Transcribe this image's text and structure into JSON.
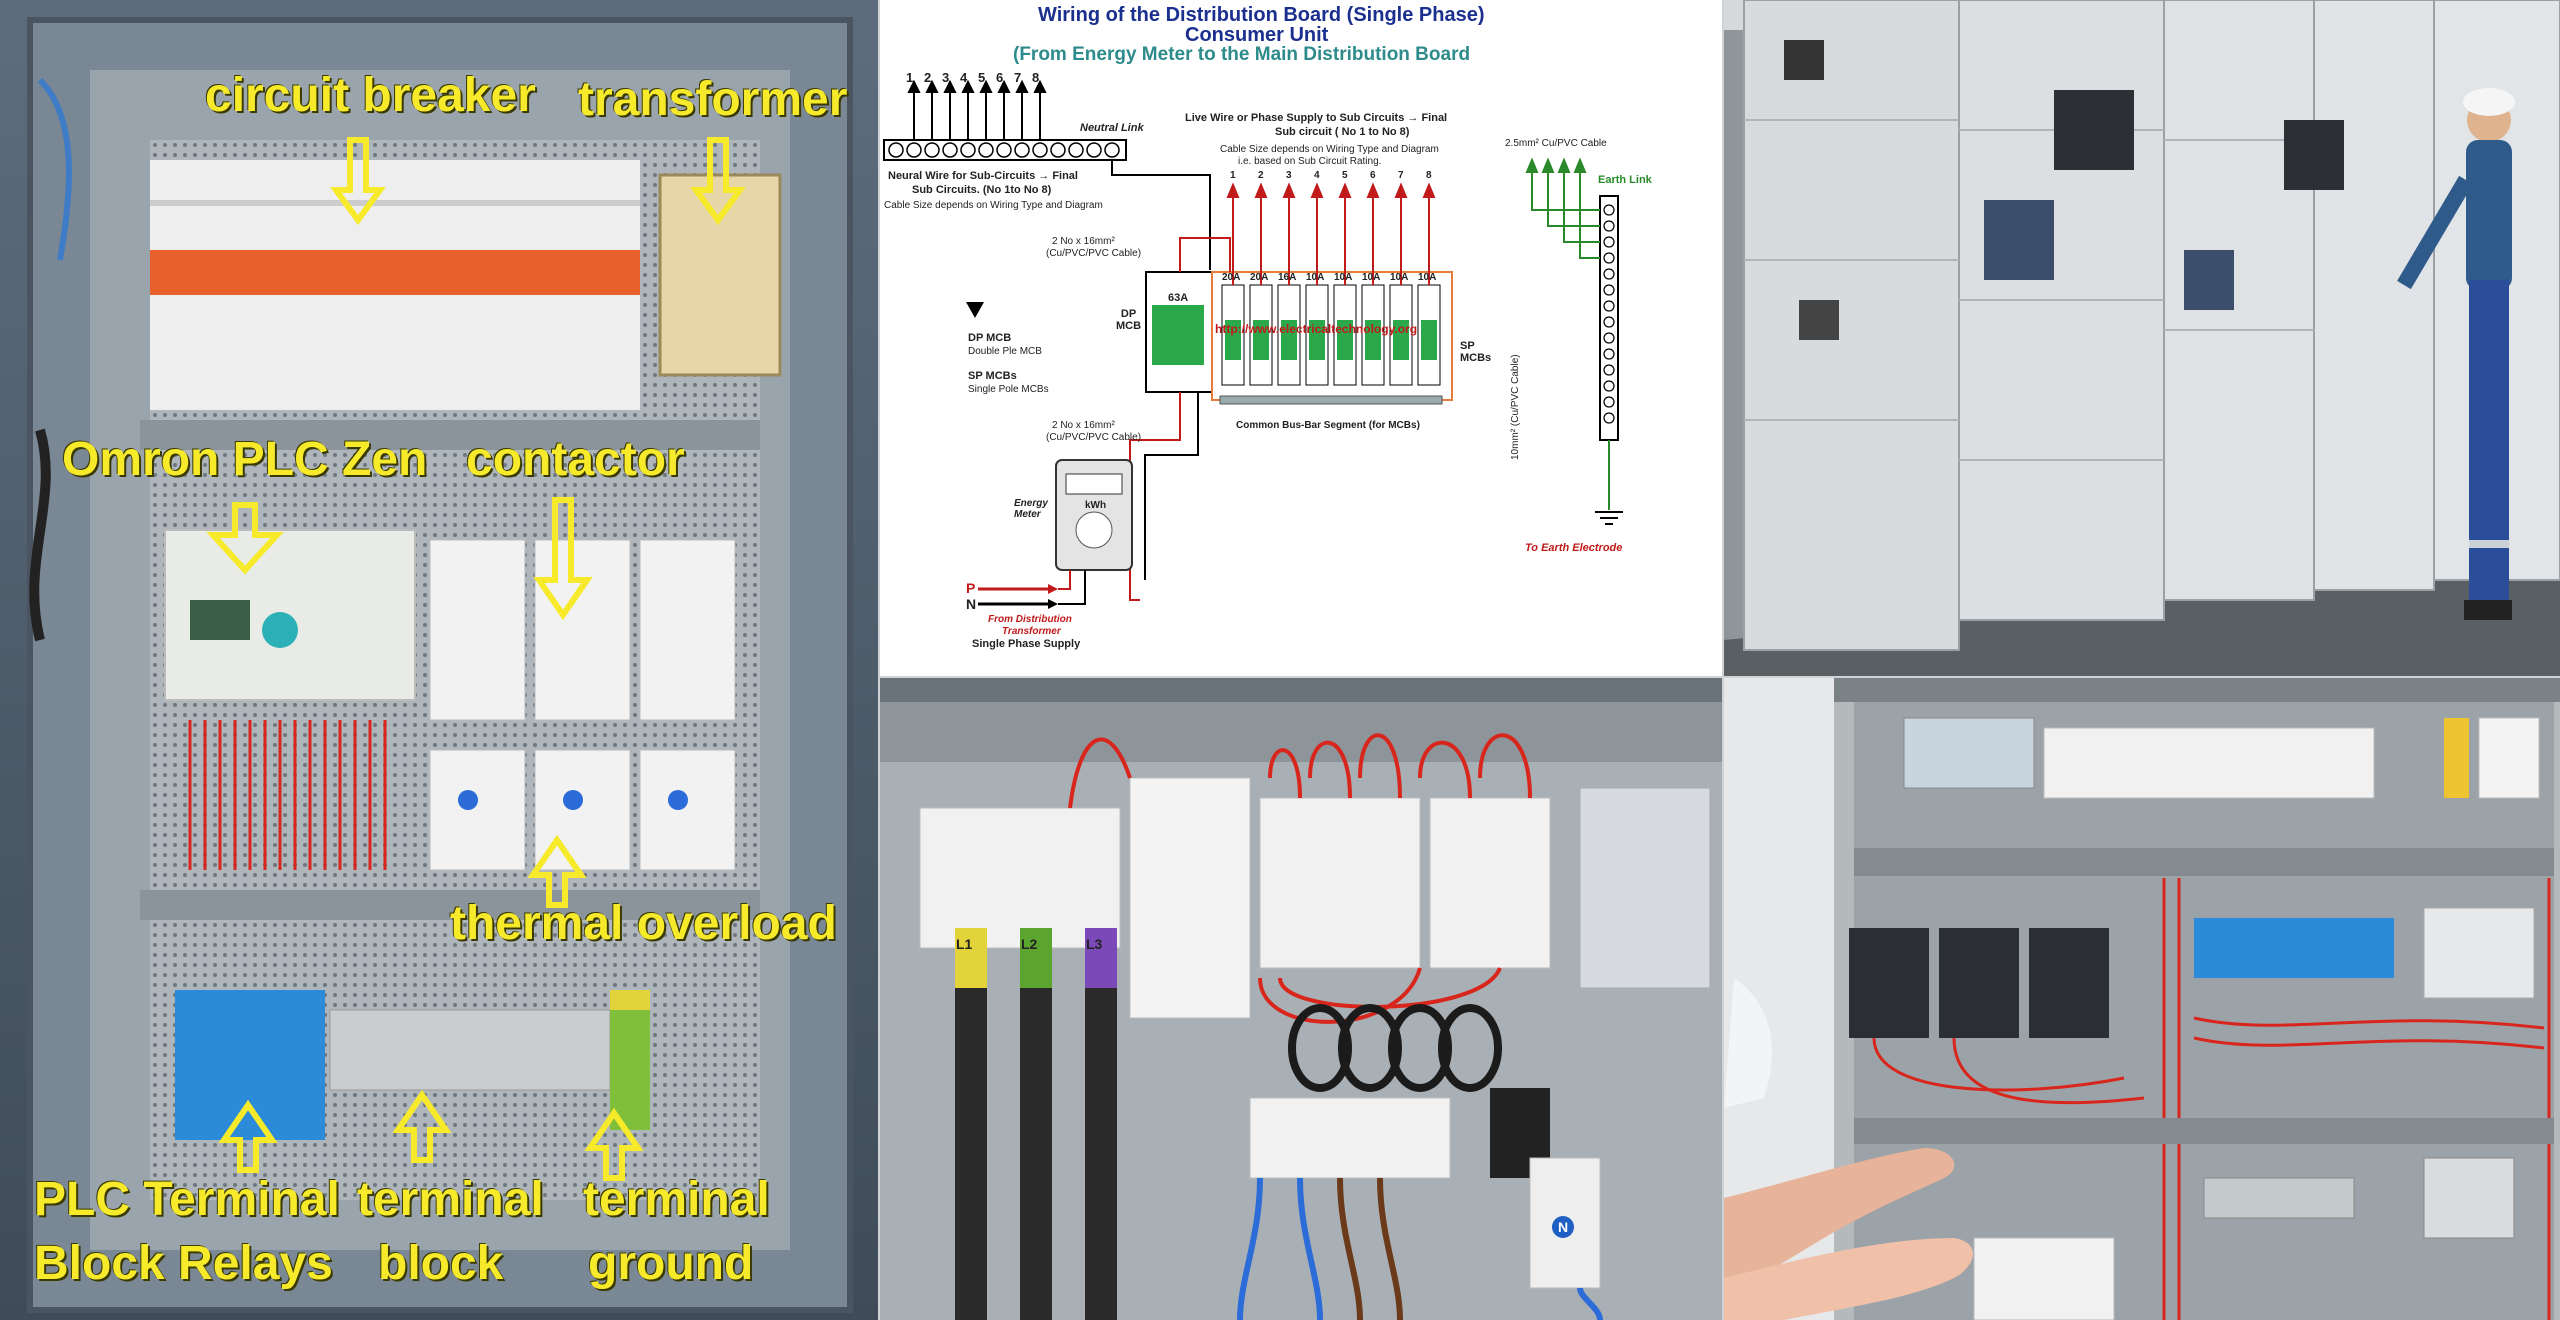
{
  "left_panel": {
    "labels": {
      "circuit_breaker": "circuit breaker",
      "transformer": "transformer",
      "omron_plc": "Omron PLC Zen",
      "contactor": "contactor",
      "thermal_overload": "thermal overload",
      "plc_terminal_line1": "PLC Terminal",
      "plc_terminal_line2": "Block Relays",
      "terminal_block_line1": "terminal",
      "terminal_block_line2": "block",
      "terminal_ground_line1": "terminal",
      "terminal_ground_line2": "ground"
    },
    "colors": {
      "annotation": "#f7ea2a",
      "breaker_band": "#e8612c",
      "din_block": "#2b8bd8"
    }
  },
  "diagram": {
    "title_line1": "Wiring of the Distribution Board (Single Phase)",
    "title_line2": "Consumer Unit",
    "title_line3": "(From Energy Meter to the Main Distribution Board",
    "circuit_numbers_top": [
      "1",
      "2",
      "3",
      "4",
      "5",
      "6",
      "7",
      "8"
    ],
    "neutral_link": "Neutral Link",
    "neutral_wire_line1": "Neural Wire for Sub-Circuits → Final",
    "neutral_wire_line2": "Sub Circuits. (No 1to No 8)",
    "neutral_wire_line3": "Cable Size depends on Wiring Type and Diagram",
    "live_wire_line1": "Live Wire or Phase Supply to Sub Circuits → Final",
    "live_wire_line2": "Sub circuit ( No 1 to No 8)",
    "cable_size_line1": "Cable Size depends on Wiring Type and Diagram",
    "cable_size_line2": "i.e. based on Sub Circuit Rating.",
    "cable_16_line1": "2 No x 16mm²",
    "cable_16_line2": "(Cu/PVC/PVC Cable)",
    "cable_25": "2.5mm² Cu/PVC  Cable",
    "earth_link": "Earth Link",
    "dp_mcb": "DP\nMCB",
    "main_rating": "63A",
    "ratings": [
      "20A",
      "20A",
      "16A",
      "10A",
      "10A",
      "10A",
      "10A",
      "10A"
    ],
    "circuit_numbers_mcb": [
      "1",
      "2",
      "3",
      "4",
      "5",
      "6",
      "7",
      "8"
    ],
    "website": "http://www.electricaltechnology.org",
    "sp_mcbs": "SP\nMCBs",
    "legend_dp_title": "DP MCB",
    "legend_dp_desc": "Double Ple MCB",
    "legend_sp_title": "SP MCBs",
    "legend_sp_desc": "Single Pole MCBs",
    "busbar": "Common Bus-Bar Segment (for MCBs)",
    "energy_meter": "Energy\nMeter",
    "kwh": "kWh",
    "p_label": "P",
    "n_label": "N",
    "from_transformer_line1": "From Distribution",
    "from_transformer_line2": "Transformer",
    "single_phase": "Single Phase Supply",
    "earth_cable": "10mm² (Cu/PVC Cable)",
    "to_earth": "To Earth Electrode",
    "colors": {
      "title": "#1b2f8f",
      "subtitle": "#2e8b8b",
      "live": "#c21a1a",
      "earth": "#2a8a2a",
      "breaker": "#2aa84a"
    }
  },
  "board_photo": {
    "phase_tags": [
      "L1",
      "L2",
      "L3"
    ],
    "neutral_tag": "N"
  }
}
